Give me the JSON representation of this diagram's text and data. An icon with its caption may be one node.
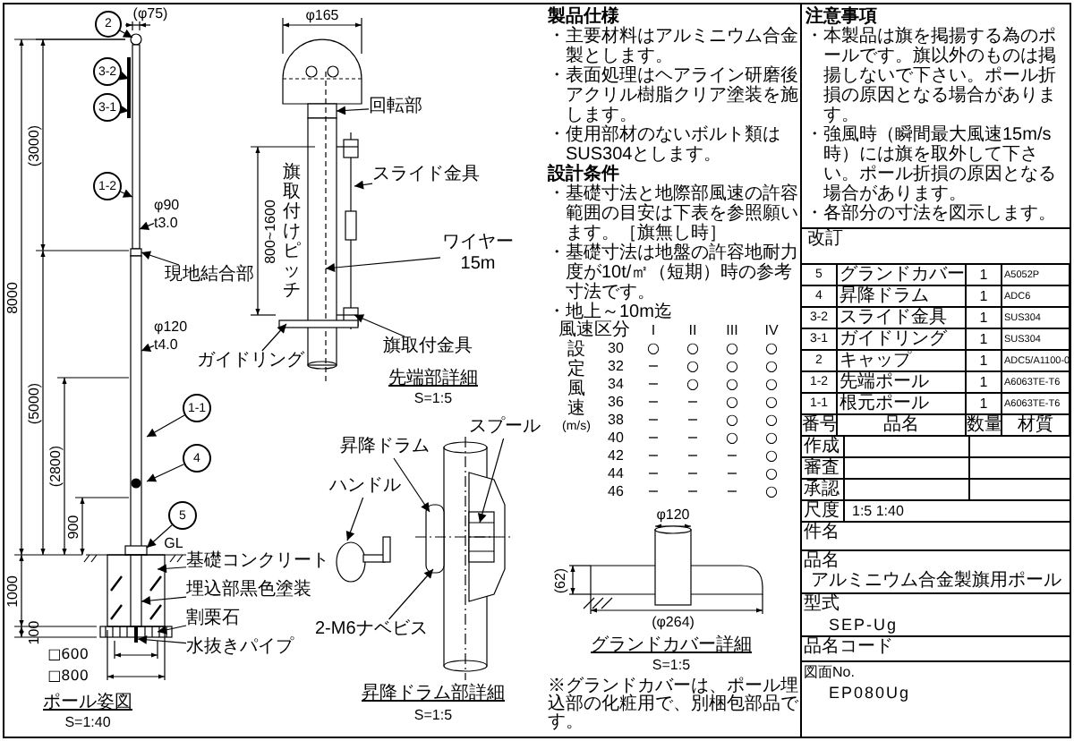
{
  "diagram": {
    "nodes": [
      {
        "text": [
          "2"
        ]
      },
      {
        "text": [
          "3-2"
        ]
      },
      {
        "text": [
          "3-1"
        ]
      },
      {
        "text": [
          "1-2"
        ]
      },
      {
        "text": [
          "現地結合部"
        ]
      },
      {
        "text": [
          "1-1"
        ]
      },
      {
        "text": [
          "4"
        ]
      },
      {
        "text": [
          "5"
        ]
      },
      {
        "text": [
          "基礎コンクリート"
        ]
      },
      {
        "text": [
          "埋込部黒色塗装"
        ]
      },
      {
        "text": [
          "割栗石"
        ]
      },
      {
        "text": [
          "水抜きパイプ"
        ]
      },
      {
        "text": [
          "回転部"
        ]
      },
      {
        "text": [
          "スライド金具"
        ]
      },
      {
        "text": [
          "ワイヤー",
          "15m"
        ]
      },
      {
        "text": [
          "ガイドリング"
        ]
      },
      {
        "text": [
          "旗取付金具"
        ]
      },
      {
        "text": [
          "昇降ドラム"
        ]
      },
      {
        "text": [
          "スプール"
        ]
      },
      {
        "text": [
          "ハンドル"
        ]
      },
      {
        "text": [
          "2-M6ナベビス"
        ]
      },
      {
        "text": [],
        "shape": "picture"
      },
      {
        "text": [],
        "shape": "picture"
      },
      {
        "text": [],
        "shape": "picture"
      },
      {
        "text": [],
        "shape": "picture"
      },
      {
        "text": [],
        "shape": "picture"
      },
      {
        "text": [
          "φ90",
          "t3.0"
        ]
      },
      {
        "text": [
          "φ120",
          "t4.0"
        ]
      }
    ],
    "edges": [
      {
        "from": 0,
        "to": 21,
        "arrow": "to"
      },
      {
        "from": 1,
        "to": 21,
        "arrow": "to"
      },
      {
        "from": 2,
        "to": 21,
        "arrow": "to"
      },
      {
        "from": 3,
        "to": 21,
        "arrow": "to"
      },
      {
        "from": 4,
        "to": 21,
        "arrow": "to"
      },
      {
        "from": 5,
        "to": 21,
        "arrow": "to"
      },
      {
        "from": 6,
        "to": 21,
        "arrow": "to"
      },
      {
        "from": 7,
        "to": 21,
        "arrow": "to"
      },
      {
        "from": 8,
        "to": 22,
        "arrow": "to"
      },
      {
        "from": 9,
        "to": 21,
        "arrow": "to"
      },
      {
        "from": 10,
        "to": 22,
        "arrow": "to"
      },
      {
        "from": 11,
        "to": 22,
        "arrow": "to"
      },
      {
        "from": 12,
        "to": 23,
        "arrow": "to"
      },
      {
        "from": 13,
        "to": 23,
        "arrow": "to"
      },
      {
        "from": 14,
        "to": 23,
        "arrow": "to"
      },
      {
        "from": 15,
        "to": 23,
        "arrow": "to"
      },
      {
        "from": 16,
        "to": 23,
        "arrow": "to"
      },
      {
        "from": 17,
        "to": 24,
        "arrow": "to"
      },
      {
        "from": 18,
        "to": 24,
        "arrow": "to"
      },
      {
        "from": 19,
        "to": 25,
        "arrow": "to"
      },
      {
        "from": 20,
        "to": 24,
        "arrow": "to"
      },
      {
        "from": 26,
        "to": 21,
        "arrow": "to"
      },
      {
        "from": 27,
        "to": 21,
        "arrow": "to"
      }
    ],
    "labels": [
      "(φ75)",
      "8000",
      "(3000)",
      "(5000)",
      "(2800)",
      "900",
      "GL",
      "1000",
      "100",
      "□600",
      "□800",
      "ポール姿図",
      "S=1:40",
      "φ165",
      "800~1600",
      "旗取付けピッチ",
      "先端部詳細",
      "S=1:5",
      "昇降ドラム部詳細",
      "S=1:5",
      "φ120",
      "(62)",
      "(φ264)",
      "グランドカバー詳細",
      "S=1:5",
      "※グランドカバーは、ポール埋込部の化粧用で、別梱包部品です。",
      "製品仕様",
      "・主要材料はアルミニウム合金製とします。",
      "・表面処理はヘアライン研磨後アクリル樹脂クリア塗装を施します。",
      "・使用部材のないボルト類はSUS304とします。",
      "設計条件",
      "・基礎寸法と地際部風速の許容範囲の目安は下表を参照願います。［旗無し時］",
      "・基礎寸法は地盤の許容地耐力度が10t/㎡（短期）時の参考寸法です。",
      "・地上～10m迄",
      "風速区分",
      "I",
      "II",
      "III",
      "IV",
      "設定風速",
      "(m/s)",
      "30",
      "○",
      "○",
      "○",
      "○",
      "32",
      "−",
      "○",
      "○",
      "○",
      "34",
      "−",
      "○",
      "○",
      "○",
      "36",
      "−",
      "−",
      "○",
      "○",
      "38",
      "−",
      "−",
      "○",
      "○",
      "40",
      "−",
      "−",
      "○",
      "○",
      "42",
      "−",
      "−",
      "−",
      "○",
      "44",
      "−",
      "−",
      "−",
      "○",
      "46",
      "−",
      "−",
      "−",
      "○",
      "注意事項",
      "・本製品は旗を掲揚する為のポールです。旗以外のものは掲揚しないで下さい。ポール折損の原因となる場合があります。",
      "・強風時（瞬間最大風速15m/s時）には旗を取外して下さい。ポール折損の原因となる場合があります。",
      "・各部分の寸法を図示します。",
      "改訂",
      "5",
      "グランドカバー",
      "1",
      "A5052P",
      "4",
      "昇降ドラム",
      "1",
      "ADC6",
      "3-2",
      "スライド金具",
      "1",
      "SUS304",
      "3-1",
      "ガイドリング",
      "1",
      "SUS304",
      "2",
      "キャップ",
      "1",
      "ADC5/A1100-0",
      "1-2",
      "先端ポール",
      "1",
      "A6063TE-T6",
      "1-1",
      "根元ポール",
      "1",
      "A6063TE-T6",
      "番号",
      "品名",
      "数量",
      "材質",
      "作成",
      "審査",
      "承認",
      "尺度",
      "1:5 1:40",
      "件名",
      "品名",
      "アルミニウム合金製旗用ポール",
      "型式",
      "SEP-Ug",
      "品名コード",
      "図面No.",
      "EP080Ug"
    ]
  }
}
